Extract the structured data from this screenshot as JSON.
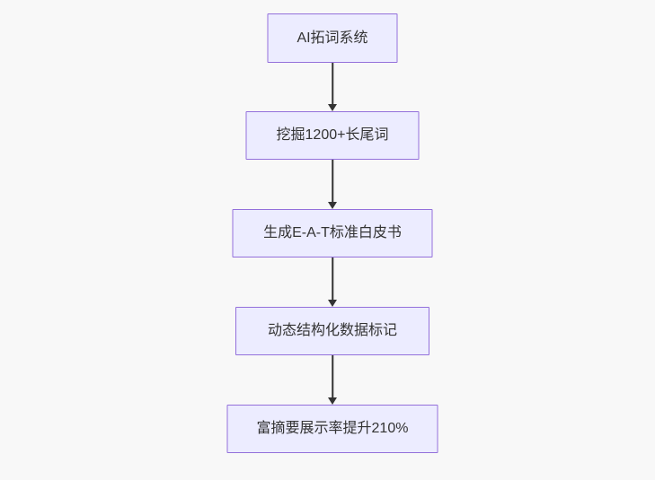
{
  "diagram": {
    "type": "flowchart",
    "direction": "top-down",
    "nodes": [
      {
        "id": "node-1",
        "label": "AI拓词系统"
      },
      {
        "id": "node-2",
        "label": "挖掘1200+长尾词"
      },
      {
        "id": "node-3",
        "label": "生成E-A-T标准白皮书"
      },
      {
        "id": "node-4",
        "label": "动态结构化数据标记"
      },
      {
        "id": "node-5",
        "label": "富摘要展示率提升210%"
      }
    ],
    "edges": [
      {
        "from": "node-1",
        "to": "node-2"
      },
      {
        "from": "node-2",
        "to": "node-3"
      },
      {
        "from": "node-3",
        "to": "node-4"
      },
      {
        "from": "node-4",
        "to": "node-5"
      }
    ],
    "colors": {
      "background": "#f8f8f8",
      "node_fill": "#ECECFF",
      "node_border": "#9370DB",
      "node_text": "#333333",
      "arrow": "#333333"
    }
  }
}
